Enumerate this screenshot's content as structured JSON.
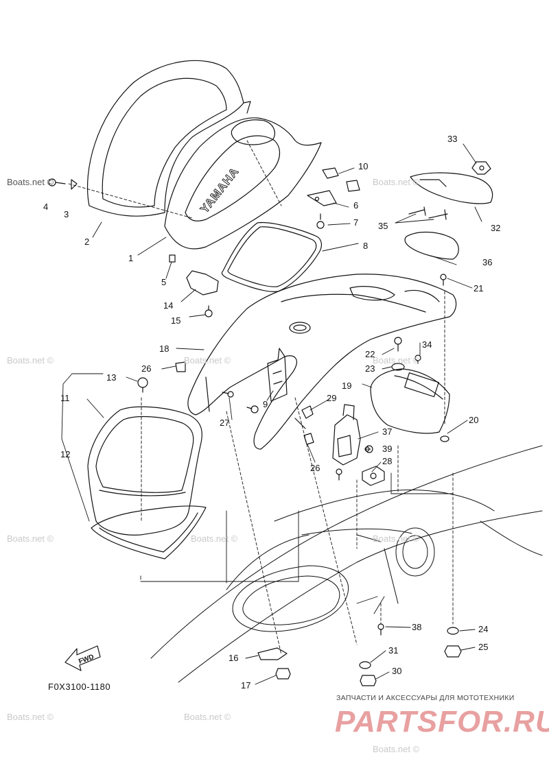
{
  "watermark_text": "Boats.net ©",
  "figure_code": "F0X3100-1180",
  "brand": {
    "caption": "ЗАПЧАСТИ И АКСЕССУАРЫ ДЛЯ МОТОТЕХНИКИ",
    "logo": "PARTSFOR.RU"
  },
  "fwd_arrow_label": "FWD",
  "hood_lettering": "YAMAHA",
  "callouts": [
    "1",
    "2",
    "3",
    "4",
    "5",
    "6",
    "7",
    "8",
    "9",
    "10",
    "11",
    "12",
    "13",
    "14",
    "15",
    "16",
    "17",
    "18",
    "19",
    "20",
    "21",
    "22",
    "23",
    "24",
    "25",
    "26",
    "26",
    "27",
    "28",
    "29",
    "30",
    "31",
    "32",
    "33",
    "34",
    "35",
    "36",
    "37",
    "38",
    "39"
  ]
}
